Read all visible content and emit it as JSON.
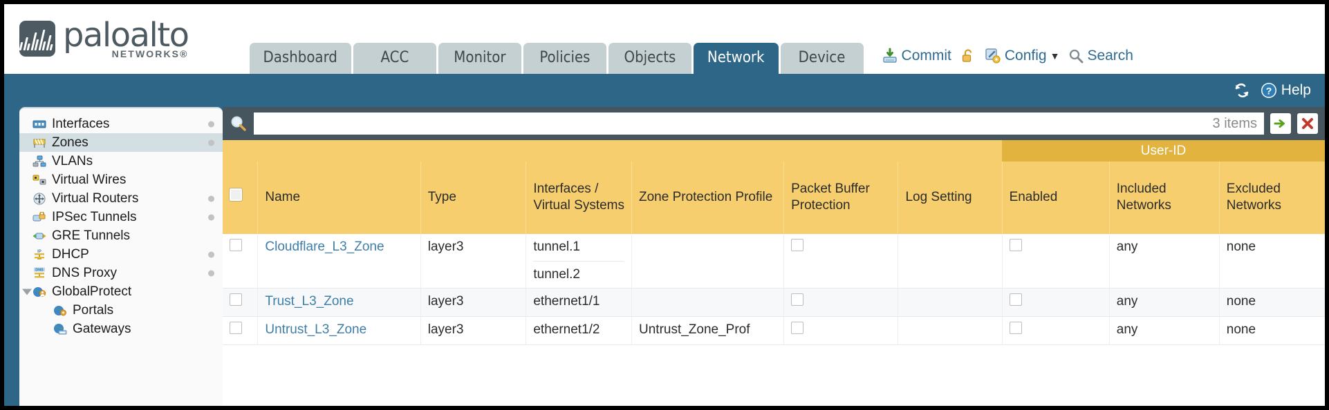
{
  "brand": {
    "name": "paloalto",
    "tagline": "NETWORKS",
    "registered": "®"
  },
  "tabs": [
    {
      "label": "Dashboard",
      "active": false
    },
    {
      "label": "ACC",
      "active": false
    },
    {
      "label": "Monitor",
      "active": false
    },
    {
      "label": "Policies",
      "active": false
    },
    {
      "label": "Objects",
      "active": false
    },
    {
      "label": "Network",
      "active": true
    },
    {
      "label": "Device",
      "active": false
    }
  ],
  "top_actions": {
    "commit": "Commit",
    "config": "Config",
    "search": "Search",
    "lock_icon": "unlocked-padlock-icon",
    "commit_icon": "commit-save-icon",
    "config_icon": "config-key-icon",
    "search_icon": "search-magnifier-icon",
    "config_caret": "▼"
  },
  "bluebar": {
    "refresh_icon": "refresh-icon",
    "help_label": "Help",
    "help_icon": "help-question-icon"
  },
  "sidebar": {
    "items": [
      {
        "label": "Interfaces",
        "icon": "interfaces-icon",
        "selected": false,
        "dot": true,
        "child": false,
        "caret": false
      },
      {
        "label": "Zones",
        "icon": "zones-icon",
        "selected": true,
        "dot": true,
        "child": false,
        "caret": false
      },
      {
        "label": "VLANs",
        "icon": "vlans-icon",
        "selected": false,
        "dot": false,
        "child": false,
        "caret": false
      },
      {
        "label": "Virtual Wires",
        "icon": "virtual-wires-icon",
        "selected": false,
        "dot": false,
        "child": false,
        "caret": false
      },
      {
        "label": "Virtual Routers",
        "icon": "virtual-routers-icon",
        "selected": false,
        "dot": true,
        "child": false,
        "caret": false
      },
      {
        "label": "IPSec Tunnels",
        "icon": "ipsec-tunnels-icon",
        "selected": false,
        "dot": true,
        "child": false,
        "caret": false
      },
      {
        "label": "GRE Tunnels",
        "icon": "gre-tunnels-icon",
        "selected": false,
        "dot": false,
        "child": false,
        "caret": false
      },
      {
        "label": "DHCP",
        "icon": "dhcp-icon",
        "selected": false,
        "dot": true,
        "child": false,
        "caret": false
      },
      {
        "label": "DNS Proxy",
        "icon": "dns-proxy-icon",
        "selected": false,
        "dot": true,
        "child": false,
        "caret": false
      },
      {
        "label": "GlobalProtect",
        "icon": "globalprotect-icon",
        "selected": false,
        "dot": false,
        "child": false,
        "caret": true
      },
      {
        "label": "Portals",
        "icon": "portals-icon",
        "selected": false,
        "dot": false,
        "child": true,
        "caret": false
      },
      {
        "label": "Gateways",
        "icon": "gateways-icon",
        "selected": false,
        "dot": false,
        "child": true,
        "caret": false
      }
    ]
  },
  "filter": {
    "value": "",
    "placeholder": "",
    "items_count": "3 items",
    "search_icon": "search-magnifier-icon",
    "apply_icon": "green-arrow-icon",
    "clear_icon": "red-x-icon"
  },
  "table": {
    "group_header": {
      "user_id": "User-ID"
    },
    "columns": [
      "Name",
      "Type",
      "Interfaces / Virtual Systems",
      "Zone Protection Profile",
      "Packet Buffer Protection",
      "Log Setting",
      "Enabled",
      "Included Networks",
      "Excluded Networks"
    ],
    "rows": [
      {
        "name": "Cloudflare_L3_Zone",
        "type": "layer3",
        "interfaces": [
          "tunnel.1",
          "tunnel.2"
        ],
        "zone_protection_profile": "",
        "packet_buffer_protection": false,
        "log_setting": "",
        "user_id_enabled": false,
        "included_networks": "any",
        "excluded_networks": "none",
        "selected": false
      },
      {
        "name": "Trust_L3_Zone",
        "type": "layer3",
        "interfaces": [
          "ethernet1/1"
        ],
        "zone_protection_profile": "",
        "packet_buffer_protection": false,
        "log_setting": "",
        "user_id_enabled": false,
        "included_networks": "any",
        "excluded_networks": "none",
        "selected": false
      },
      {
        "name": "Untrust_L3_Zone",
        "type": "layer3",
        "interfaces": [
          "ethernet1/2"
        ],
        "zone_protection_profile": "Untrust_Zone_Prof",
        "packet_buffer_protection": false,
        "log_setting": "",
        "user_id_enabled": false,
        "included_networks": "any",
        "excluded_networks": "none",
        "selected": false
      }
    ]
  },
  "colors": {
    "brand_dark": "#4e5a61",
    "nav_active": "#2e6688",
    "nav_tab": "#c5d0d3",
    "header_amber": "#f6ce6e",
    "group_amber": "#e2b33f",
    "link_blue": "#3e7ea8",
    "panel_slate": "#47565e"
  }
}
